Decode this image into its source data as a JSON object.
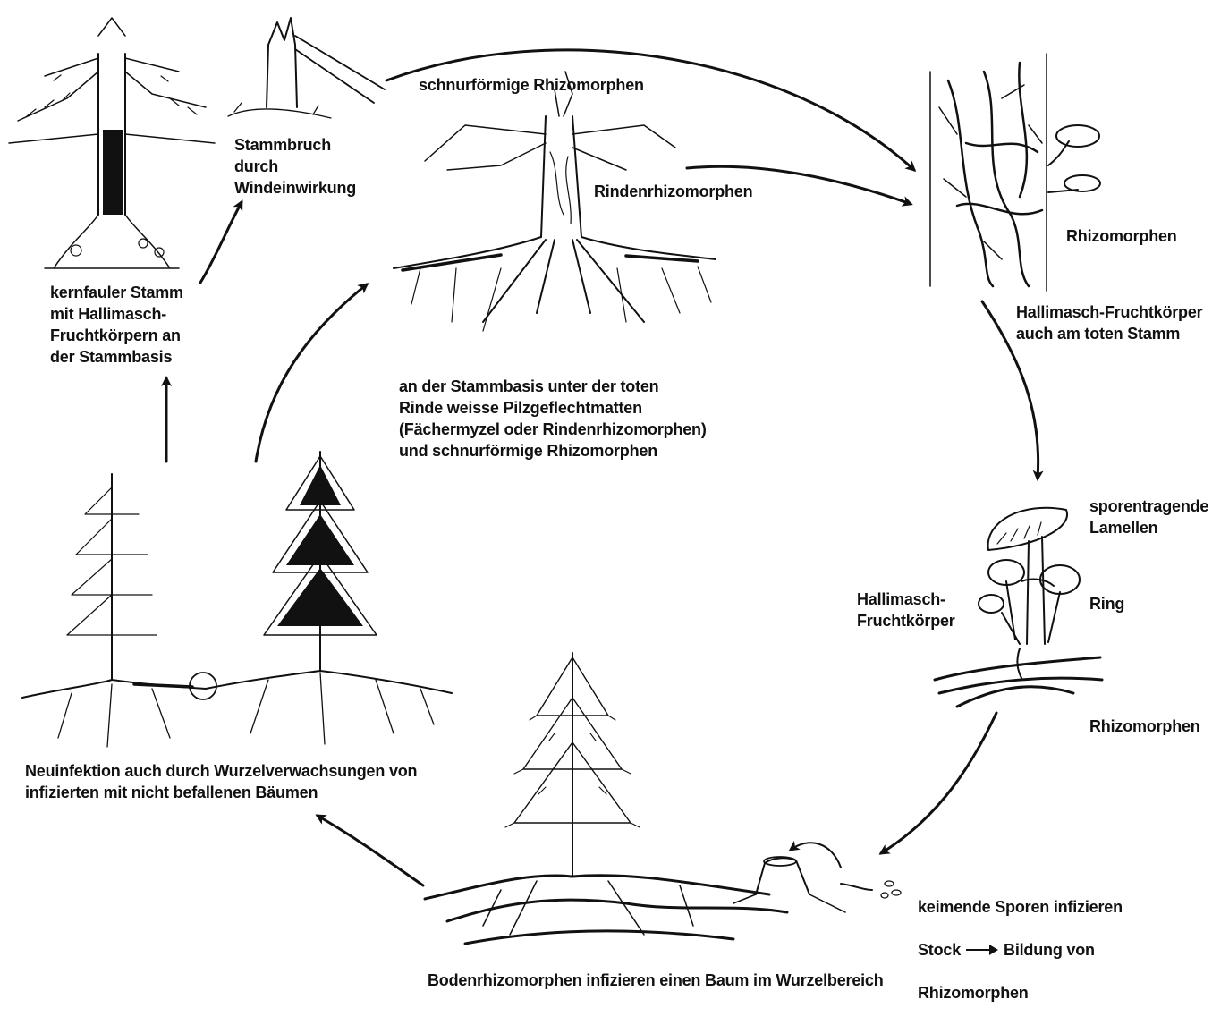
{
  "labels": {
    "stammbruch": "Stammbruch\ndurch\nWindeinwirkung",
    "kernfaul": "kernfauler Stamm\nmit Hallimasch-\nFruchtkörpern an\nder Stammbasis",
    "schnurfoermig": "schnurförmige Rhizomorphen",
    "rindenrhizo": "Rindenrhizomorphen",
    "stammbasis": "an der Stammbasis unter der toten\nRinde weisse Pilzgeflechtmatten\n(Fächermyzel oder Rindenrhizomorphen)\nund schnurförmige Rhizomorphen",
    "rhizo_top": "Rhizomorphen",
    "fruchtkoerper_stamm": "Hallimasch-Fruchtkörper\nauch am toten Stamm",
    "lamellen": "sporentragende\nLamellen",
    "ring": "Ring",
    "hallimasch": "Hallimasch-\nFruchtkörper",
    "rhizo_bottom": "Rhizomorphen",
    "keimende_line1": "keimende Sporen infizieren",
    "keimende_stock": "Stock",
    "keimende_bildung": "Bildung von",
    "keimende_line3": "Rhizomorphen",
    "bodenrhizo": "Bodenrhizomorphen infizieren einen Baum im Wurzelbereich",
    "neuinfektion": "Neuinfektion auch durch Wurzelverwachsungen von\ninfizierten mit nicht befallenen Bäumen"
  },
  "colors": {
    "ink": "#111111",
    "background": "#ffffff"
  }
}
